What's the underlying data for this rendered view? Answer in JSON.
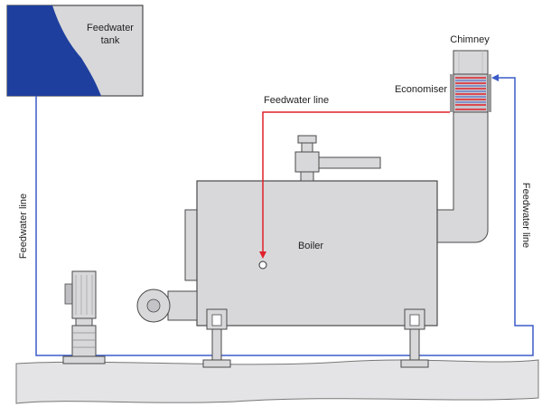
{
  "labels": {
    "tank_line1": "Feedwater",
    "tank_line2": "tank",
    "chimney": "Chimney",
    "economiser": "Economiser",
    "feedwater_line_top": "Feedwater line",
    "feedwater_line_left": "Feedwater line",
    "feedwater_line_right": "Feedwater line",
    "boiler": "Boiler"
  },
  "colors": {
    "equipment": "#d8d8da",
    "outline": "#4a4a4a",
    "water": "#1f3f9e",
    "blue_line": "#3b5bc8",
    "red_line": "#e0202a",
    "ground": "#e4e4e6"
  }
}
